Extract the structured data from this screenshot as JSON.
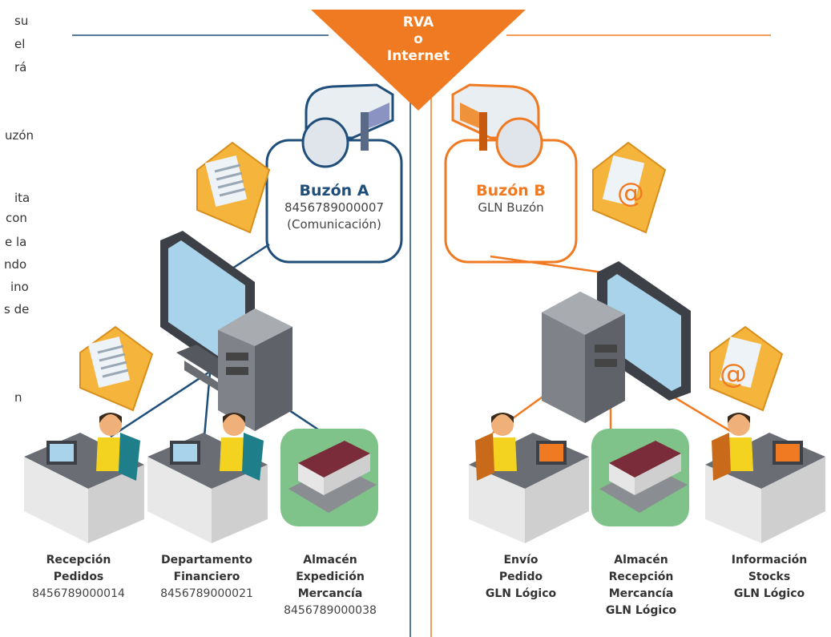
{
  "left_fragments": [
    "su",
    "el",
    "rá",
    "",
    "uzón",
    "",
    "ita",
    "con",
    "e la",
    "ndo",
    "ino",
    "s de",
    "",
    "",
    "n"
  ],
  "center_banner": {
    "line1": "RVA",
    "line2": "o",
    "line3": "Internet"
  },
  "mailbox_a": {
    "title": "Buzón A",
    "gln": "8456789000007",
    "role": "(Comunicación)"
  },
  "mailbox_b": {
    "title": "Buzón B",
    "subtitle": "GLN Buzón"
  },
  "locations_a": [
    {
      "line1": "Recepción",
      "line2": "Pedidos",
      "line3": "",
      "number": "8456789000014"
    },
    {
      "line1": "Departamento",
      "line2": "Financiero",
      "line3": "",
      "number": "8456789000021"
    },
    {
      "line1": "Almacén",
      "line2": "Expedición",
      "line3": "Mercancía",
      "number": "8456789000038"
    }
  ],
  "locations_b": [
    {
      "line1": "Envío",
      "line2": "Pedido",
      "line3": "GLN Lógico",
      "line4": ""
    },
    {
      "line1": "Almacén",
      "line2": "Recepción",
      "line3": "Mercancía",
      "line4": "GLN Lógico"
    },
    {
      "line1": "Información",
      "line2": "Stocks",
      "line3": "GLN Lógico",
      "line4": ""
    }
  ],
  "colors": {
    "blue": "#1f4e7a",
    "orange": "#f07a22",
    "screen": "#a9d3ea",
    "envelope": "#f5b43c",
    "warehouse": "#7fc28a"
  }
}
